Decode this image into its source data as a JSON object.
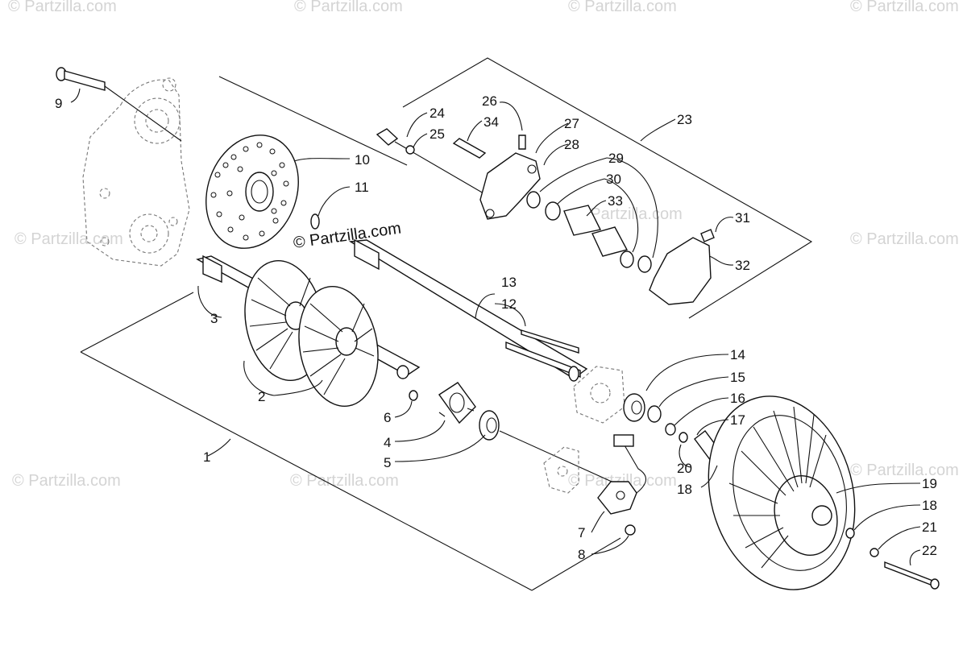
{
  "watermark": {
    "brand": "© Partzilla.com",
    "center": "© Partzilla.com"
  },
  "callouts": [
    "1",
    "2",
    "3",
    "4",
    "5",
    "6",
    "7",
    "8",
    "9",
    "10",
    "11",
    "12",
    "13",
    "14",
    "15",
    "16",
    "17",
    "18",
    "19",
    "20",
    "21",
    "22",
    "23",
    "24",
    "25",
    "26",
    "27",
    "28",
    "29",
    "30",
    "31",
    "32",
    "33",
    "34"
  ],
  "callout_18_second": "18"
}
